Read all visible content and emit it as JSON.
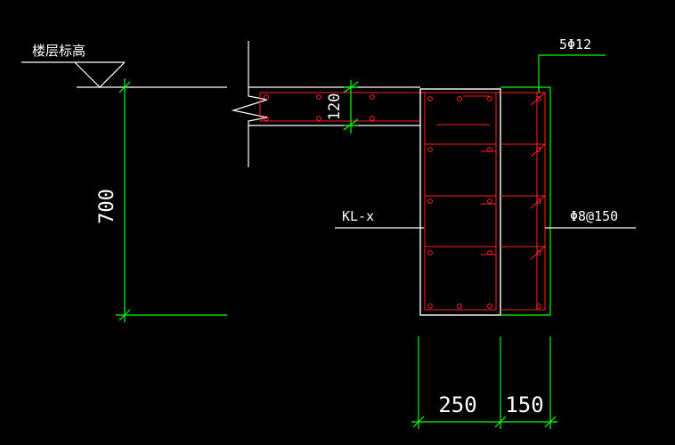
{
  "colors": {
    "background": "#000000",
    "dimension_line": "#00ff00",
    "rebar": "#ff2020",
    "outline": "#ffffff"
  },
  "labels": {
    "floor_elevation": "楼层标高",
    "top_bars": "5Φ12",
    "stirrups": "Φ8@150",
    "beam_id": "KL-x"
  },
  "dimensions": {
    "beam_depth": "700",
    "slab_thickness": "120",
    "beam_width": "250",
    "extension_width": "150"
  },
  "icons": {
    "elevation_marker": "elevation-triangle-icon",
    "break_line": "break-line-icon"
  }
}
